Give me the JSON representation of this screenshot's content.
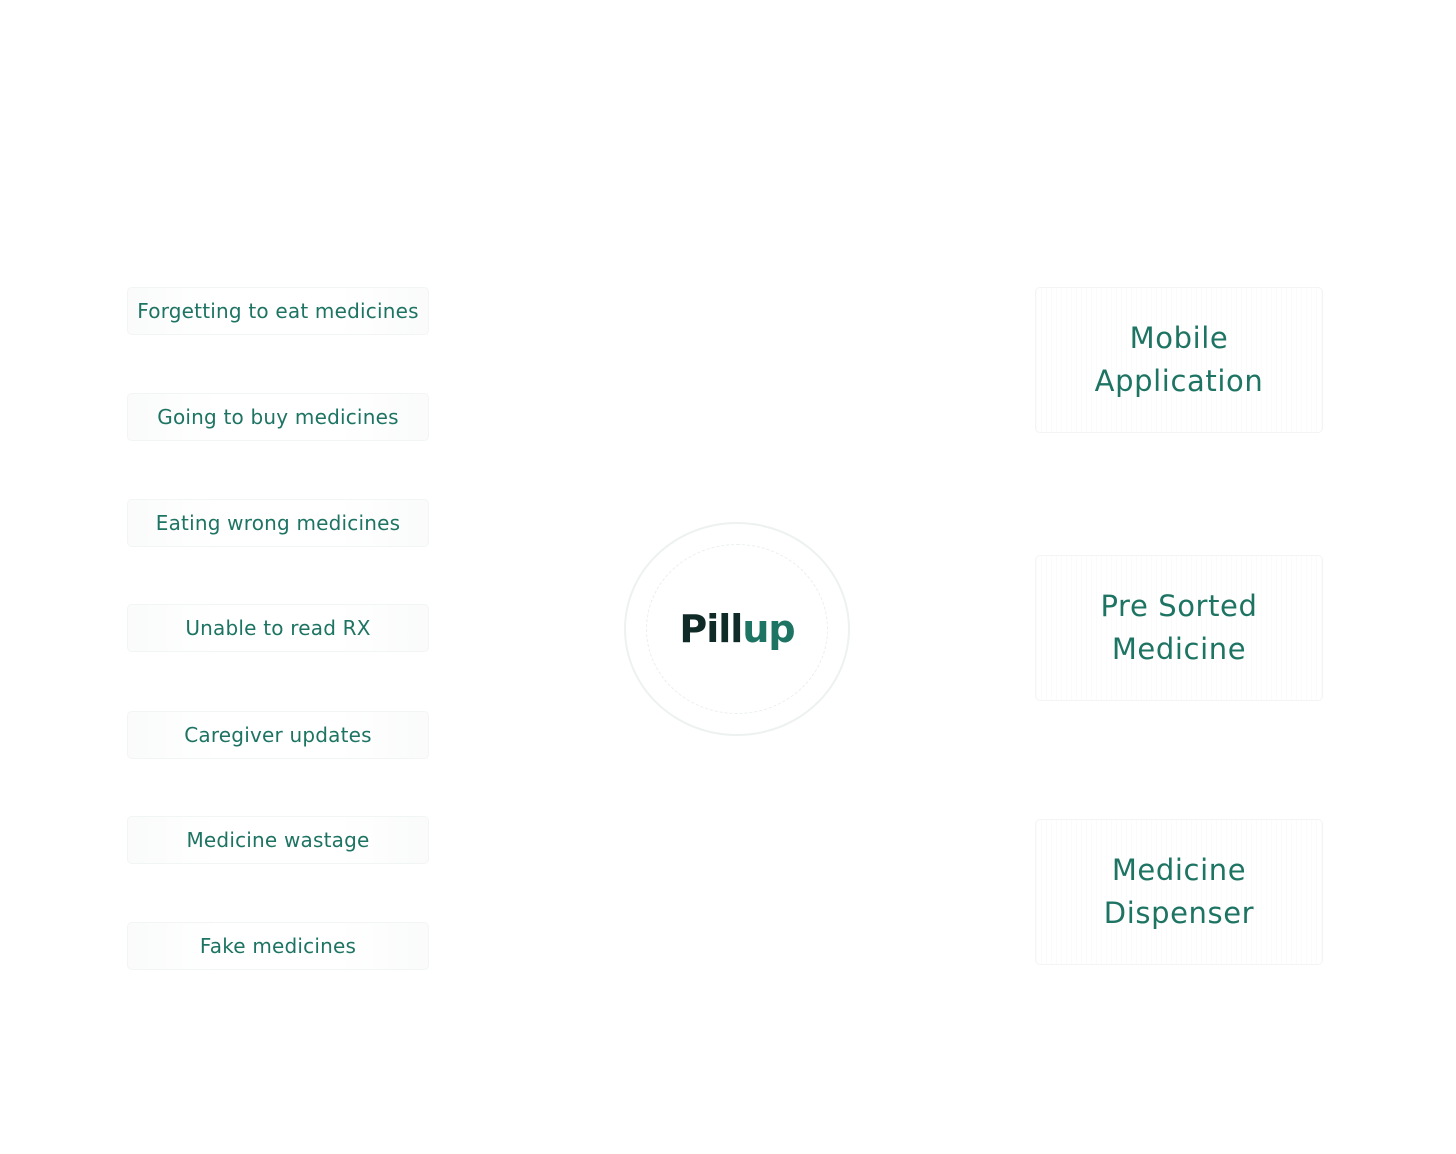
{
  "problems": [
    "Forgetting to eat medicines",
    "Going to buy medicines",
    "Eating wrong medicines",
    "Unable to read RX",
    "Caregiver updates",
    "Medicine wastage",
    "Fake medicines"
  ],
  "hub": {
    "logo_part1": "Pill",
    "logo_part2": "up"
  },
  "solutions": [
    "Mobile\nApplication",
    "Pre Sorted\nMedicine",
    "Medicine\nDispenser"
  ],
  "colors": {
    "accent": "#1e7463",
    "logo_dark": "#0f2a27",
    "background": "#ffffff"
  }
}
